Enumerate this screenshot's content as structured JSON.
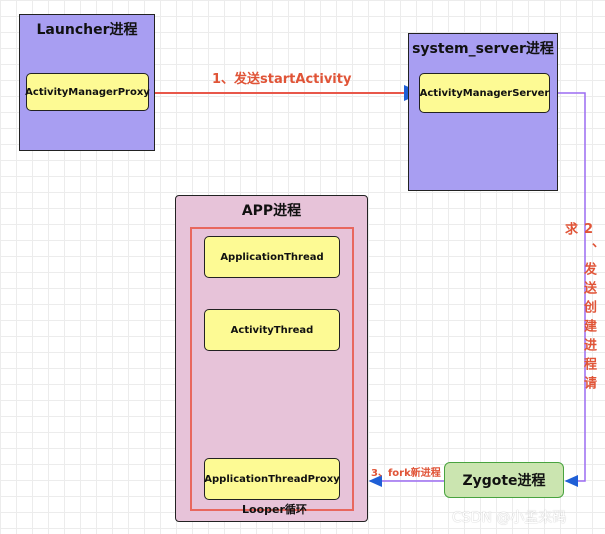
{
  "launcher": {
    "title": "Launcher进程",
    "proxy": "ActivityManagerProxy"
  },
  "system_server": {
    "title": "system_server进程",
    "service": "ActivityManagerServer"
  },
  "app": {
    "title": "APP进程",
    "threads": [
      "ApplicationThread",
      "ActivityThread",
      "ApplicationThreadProxy"
    ],
    "looper": "Looper循环"
  },
  "zygote": {
    "title": "Zygote进程"
  },
  "edges": {
    "start_activity": "1、发送startActivity",
    "create_request": "2、发送创建进程请求",
    "fork": "3、fork新进程"
  },
  "colors": {
    "red_arrow": "#e8574a",
    "purple_arrow": "#9b6cf2",
    "purple_box": "#a89ef2",
    "yellow_box": "#fdfa94",
    "pink_box": "#e7c3d9",
    "zygote_fill": "#cbe5b0",
    "label_text": "#e05437"
  },
  "watermark": "CSDN @小孟来码"
}
